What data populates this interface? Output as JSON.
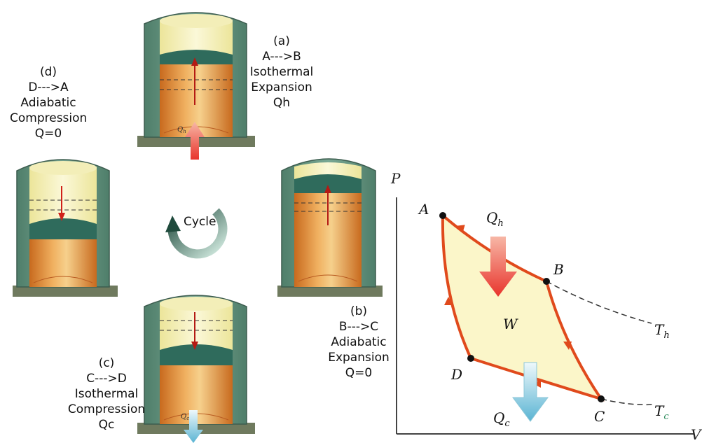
{
  "stages": {
    "a": {
      "tag": "(a)",
      "path": "A--->B",
      "process": "Isothermal",
      "kind": "Expansion",
      "heat": "Qh"
    },
    "b": {
      "tag": "(b)",
      "path": "B--->C",
      "process": "Adiabatic",
      "kind": "Expansion",
      "heat": "Q=0"
    },
    "c": {
      "tag": "(c)",
      "path": "C--->D",
      "process": "Isothermal",
      "kind": "Compression",
      "heat": "Qc"
    },
    "d": {
      "tag": "(d)",
      "path": "D--->A",
      "process": "Adiabatic",
      "kind": "Compression",
      "heat": "Q=0"
    }
  },
  "cycle_label": "Cycle",
  "piston_heat_labels": {
    "top": "Q",
    "top_sub": "h",
    "bottom": "Q",
    "bottom_sub": "c"
  },
  "pv": {
    "axis_y": "P",
    "axis_x": "V",
    "points": {
      "A": "A",
      "B": "B",
      "C": "C",
      "D": "D"
    },
    "work": "W",
    "qh": "Q",
    "qh_sub": "h",
    "qc": "Q",
    "qc_sub": "c",
    "th": "T",
    "th_sub": "h",
    "tc": "T",
    "tc_sub": "c"
  },
  "colors": {
    "cylinder_wall": "#5f8e79",
    "gas_hot": "#e08a3c",
    "gas_light": "#f7f2c4",
    "piston": "#2f6b5c",
    "cycle_line": "#e04a1c",
    "cycle_fill": "#fbf6c9",
    "hot_arrow": "#e8342c",
    "cold_arrow": "#7dc6dc"
  }
}
